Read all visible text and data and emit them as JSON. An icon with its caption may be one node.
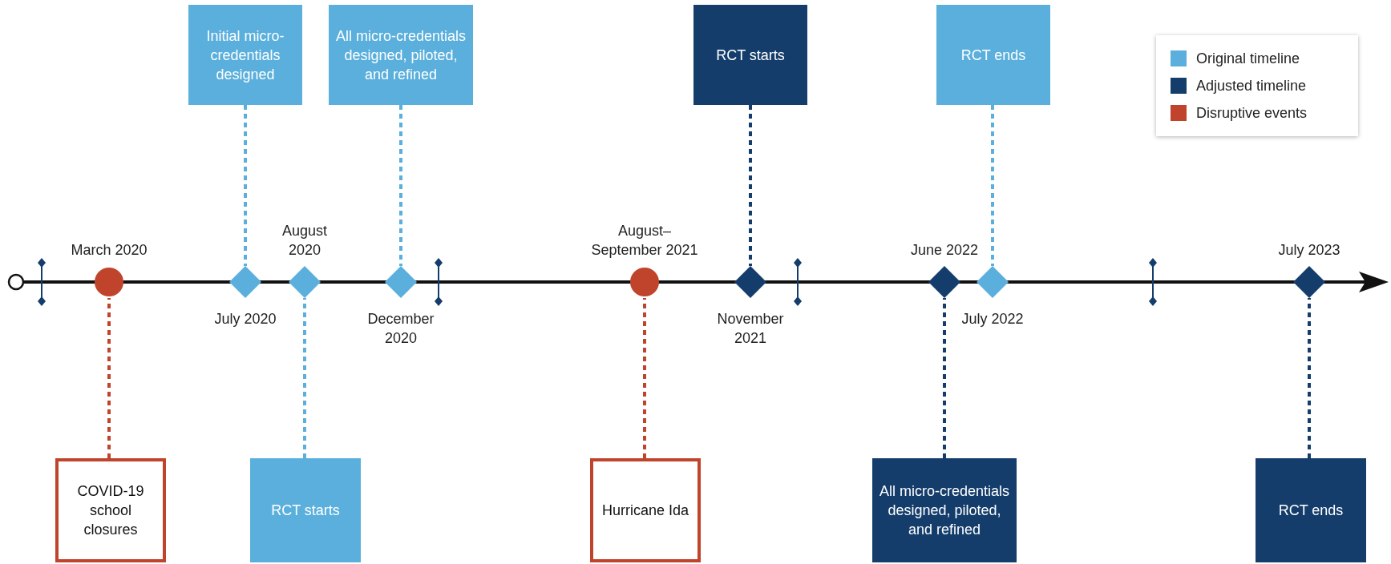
{
  "diagram": {
    "nodes": [
      {
        "text": [
          "Initial micro-credentials designed"
        ]
      },
      {
        "text": [
          "All micro-credentials designed, piloted, and refined"
        ]
      },
      {
        "text": [
          "RCT starts"
        ]
      },
      {
        "text": [
          "RCT ends"
        ]
      },
      {
        "text": [],
        "shape": "circle",
        "beside": [
          "March 2020"
        ]
      },
      {
        "text": [],
        "shape": "diamond",
        "beside": [
          "July 2020"
        ]
      },
      {
        "text": [],
        "shape": "diamond",
        "beside": [
          "August 2020"
        ]
      },
      {
        "text": [],
        "shape": "diamond",
        "beside": [
          "December 2020"
        ]
      },
      {
        "text": [],
        "shape": "circle",
        "beside": [
          "August–September 2021"
        ]
      },
      {
        "text": [],
        "shape": "diamond",
        "beside": [
          "November 2021"
        ]
      },
      {
        "text": [],
        "shape": "diamond",
        "beside": [
          "June 2022"
        ]
      },
      {
        "text": [],
        "shape": "diamond",
        "beside": [
          "July 2022"
        ]
      },
      {
        "text": [],
        "shape": "diamond",
        "beside": [
          "July 2023"
        ]
      },
      {
        "text": [
          "COVID-19 school closures"
        ]
      },
      {
        "text": [
          "RCT starts"
        ]
      },
      {
        "text": [
          "Hurricane Ida"
        ]
      },
      {
        "text": [
          "All micro-credentials designed, piloted, and refined"
        ]
      },
      {
        "text": [
          "RCT ends"
        ]
      }
    ],
    "edges": [
      {
        "from": 0,
        "to": 5,
        "arrow": "none",
        "style": "dashed",
        "color": "#5aafdc"
      },
      {
        "from": 1,
        "to": 7,
        "arrow": "none",
        "style": "dashed",
        "color": "#5aafdc"
      },
      {
        "from": 2,
        "to": 9,
        "arrow": "none",
        "style": "dashed",
        "color": "#143d6b"
      },
      {
        "from": 3,
        "to": 11,
        "arrow": "none",
        "style": "dashed",
        "color": "#5aafdc"
      },
      {
        "from": 13,
        "to": 4,
        "arrow": "none",
        "style": "dashed",
        "color": "#c0442b"
      },
      {
        "from": 14,
        "to": 6,
        "arrow": "none",
        "style": "dashed",
        "color": "#5aafdc"
      },
      {
        "from": 15,
        "to": 8,
        "arrow": "none",
        "style": "dashed",
        "color": "#c0442b"
      },
      {
        "from": 16,
        "to": 10,
        "arrow": "none",
        "style": "dashed",
        "color": "#143d6b"
      },
      {
        "from": 17,
        "to": 12,
        "arrow": "none",
        "style": "dashed",
        "color": "#143d6b"
      }
    ],
    "legend": [
      {
        "text": "Original timeline",
        "color": "#5aafdc"
      },
      {
        "text": "Adjusted timeline",
        "color": "#143d6b"
      },
      {
        "text": "Disruptive events",
        "color": "#c0442b"
      }
    ]
  }
}
